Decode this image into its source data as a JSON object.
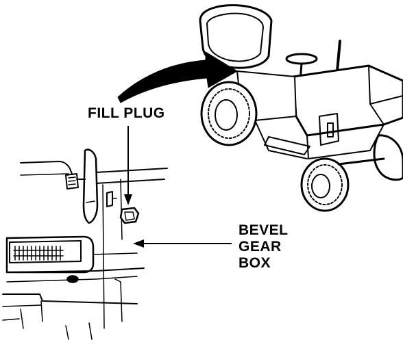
{
  "labels": {
    "fill_plug": "FILL PLUG",
    "bevel_line1": "BEVEL",
    "bevel_line2": "GEAR",
    "bevel_line3": "BOX"
  },
  "colors": {
    "ink": "#000000",
    "paper": "#ffffff"
  }
}
